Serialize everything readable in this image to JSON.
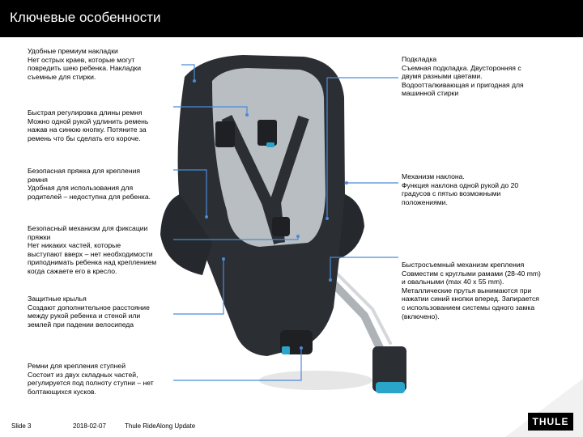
{
  "title": "Ключевые особенности",
  "left": [
    {
      "heading": "Удобные премиум накладки",
      "lines": [
        "Нет острых краев, которые могут",
        "повредить шею ребенка.  Накладки",
        "съемные для стирки."
      ]
    },
    {
      "heading": "Быстрая регулировка длины ремня",
      "lines": [
        "Можно одной рукой удлинить ремень",
        "нажав на синюю кнопку. Потяните за",
        "ремень что бы сделать его короче."
      ]
    },
    {
      "heading": "Безопасная пряжка для крепления",
      "lines": [
        "ремня",
        "Удобная для использования для",
        "родителей – недоступна для ребенка."
      ]
    },
    {
      "heading": "Безопасный механизм для фиксации",
      "lines": [
        "пряжки",
        "Нет никаких частей, которые",
        "выступают вверх – нет необходимости",
        "приподнимать ребенка над креплением",
        "когда сажаете его в кресло."
      ]
    },
    {
      "heading": "Защитные крылья",
      "lines": [
        "Создают дополнительное расстояние",
        "между рукой ребенка и стеной или",
        "землей при падении велосипеда"
      ]
    },
    {
      "heading": "Ремни для крепления ступней",
      "lines": [
        "Состоит из двух складных частей,",
        "регулируется под полноту ступни – нет",
        "болтающихся кусков."
      ]
    }
  ],
  "right": [
    {
      "heading": "Подкладка",
      "lines": [
        "Съемная подкладка. Двусторонняя с",
        "двумя разными цветами.",
        "Водоотталкивающая и пригодная для",
        "машинной стирки"
      ]
    },
    {
      "heading": "Механизм наклона.",
      "lines": [
        "Функция наклона одной рукой до 20",
        "градусов с пятью возможными",
        "положениями."
      ]
    },
    {
      "heading": "Быстросъемный механизм крепления",
      "lines": [
        "Совместим с круглыми рамами (28-40 mm)",
        "и овальными (max 40 x 55 mm).",
        "Металлические прутья вынимаются при",
        "нажатии синий кнопки вперед. Запирается",
        "с использованием системы одного замка",
        "(включено)."
      ]
    }
  ],
  "footer": {
    "slide": "Slide 3",
    "date": "2018-02-07",
    "name": "Thule RideAlong Update"
  },
  "logo_text": "THULE",
  "colors": {
    "line": "#4a8ad9",
    "accent": "#2aa5c9",
    "seat": "#2b2e33",
    "pad": "#b9bec2"
  }
}
